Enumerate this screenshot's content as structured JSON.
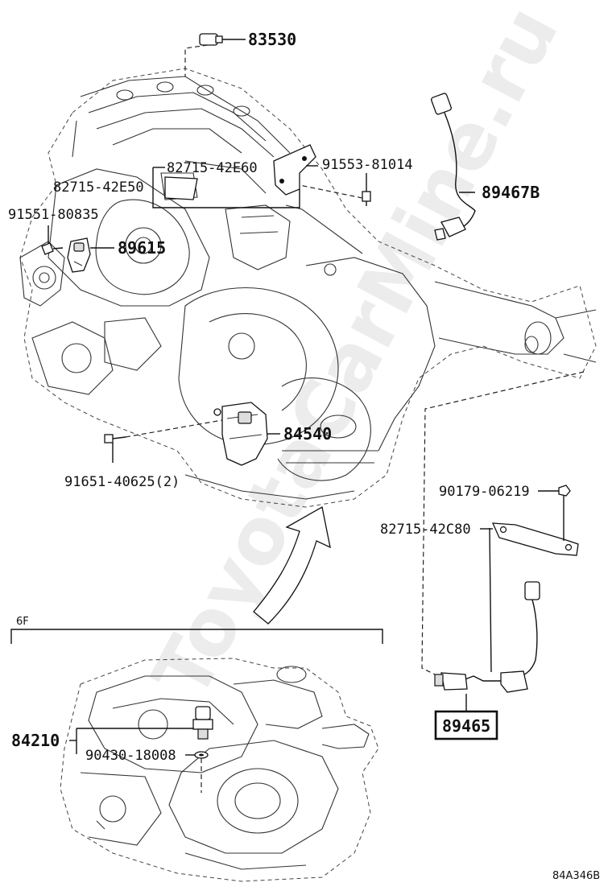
{
  "watermark": "ToyotaCarMine.ru",
  "diagram_code": "84A346B",
  "section_label": "6F",
  "labels": {
    "p83530": "83530",
    "p82715_42e60": "82715-42E60",
    "p91553_81014": "91553-81014",
    "p82715_42e50": "82715-42E50",
    "p89467b": "89467B",
    "p91551_80835": "91551-80835",
    "p89615": "89615",
    "p84540": "84540",
    "p91651_40625": "91651-40625(2)",
    "p90179_06219": "90179-06219",
    "p82715_42c80": "82715-42C80",
    "p89465": "89465",
    "p84210": "84210",
    "p90430_18008": "90430-18008"
  }
}
